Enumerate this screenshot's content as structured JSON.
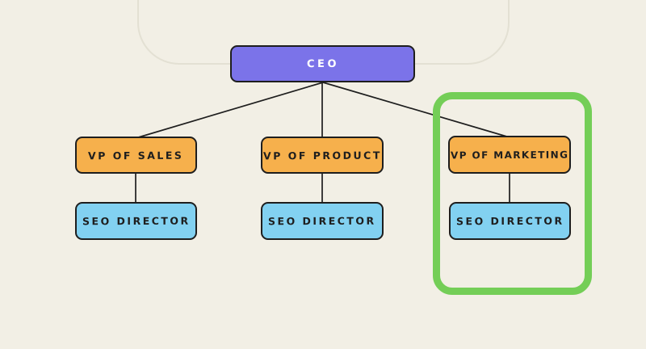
{
  "diagram": {
    "type": "org-chart",
    "nodes": {
      "ceo": {
        "label": "CEO",
        "fill": "#7B73E9",
        "text_color": "#FFFFFF"
      },
      "vp_sales": {
        "label": "VP OF SALES",
        "fill": "#F6B04C",
        "text_color": "#1E1E1E"
      },
      "vp_product": {
        "label": "VP OF PRODUCT",
        "fill": "#F6B04C",
        "text_color": "#1E1E1E"
      },
      "vp_marketing": {
        "label": "VP OF MARKETING",
        "fill": "#F6B04C",
        "text_color": "#1E1E1E"
      },
      "seo_sales": {
        "label": "SEO DIRECTOR",
        "fill": "#82D1F1",
        "text_color": "#1E1E1E"
      },
      "seo_product": {
        "label": "SEO DIRECTOR",
        "fill": "#82D1F1",
        "text_color": "#1E1E1E"
      },
      "seo_marketing": {
        "label": "SEO DIRECTOR",
        "fill": "#82D1F1",
        "text_color": "#1E1E1E"
      }
    },
    "edges": [
      {
        "from": "ceo",
        "to": "vp_sales"
      },
      {
        "from": "ceo",
        "to": "vp_product"
      },
      {
        "from": "ceo",
        "to": "vp_marketing"
      },
      {
        "from": "vp_sales",
        "to": "seo_sales"
      },
      {
        "from": "vp_product",
        "to": "seo_product"
      },
      {
        "from": "vp_marketing",
        "to": "seo_marketing"
      }
    ],
    "highlight": {
      "around": [
        "vp_marketing",
        "seo_marketing"
      ],
      "color": "#74CE57"
    },
    "colors": {
      "background": "#F2EFE5",
      "frame_outline": "#E3E0D3",
      "node_border": "#1E1E1E",
      "connector": "#1E1E1E"
    }
  }
}
